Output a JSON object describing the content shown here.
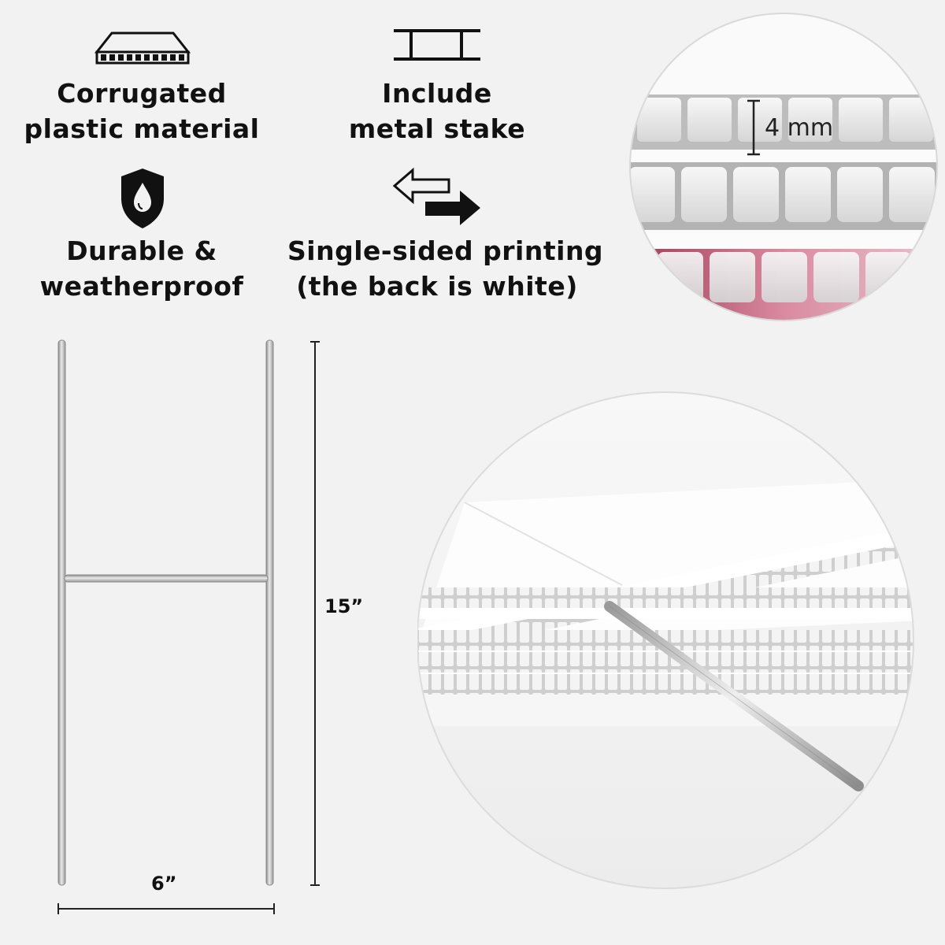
{
  "features": [
    {
      "id": "corrugated",
      "icon": "corrugated-board-icon",
      "lines": [
        "Corrugated",
        "plastic material"
      ]
    },
    {
      "id": "stake",
      "icon": "h-stake-icon",
      "lines": [
        "Include",
        "metal stake"
      ]
    },
    {
      "id": "durable",
      "icon": "shield-drop-icon",
      "lines": [
        "Durable &",
        "weatherproof"
      ]
    },
    {
      "id": "printing",
      "icon": "swap-arrows-icon",
      "lines": [
        "Single-sided printing",
        "(the back is white)"
      ]
    }
  ],
  "thickness_callout": {
    "label": "4 mm"
  },
  "stake_dimensions": {
    "height_label": "15”",
    "width_label": "6”"
  }
}
